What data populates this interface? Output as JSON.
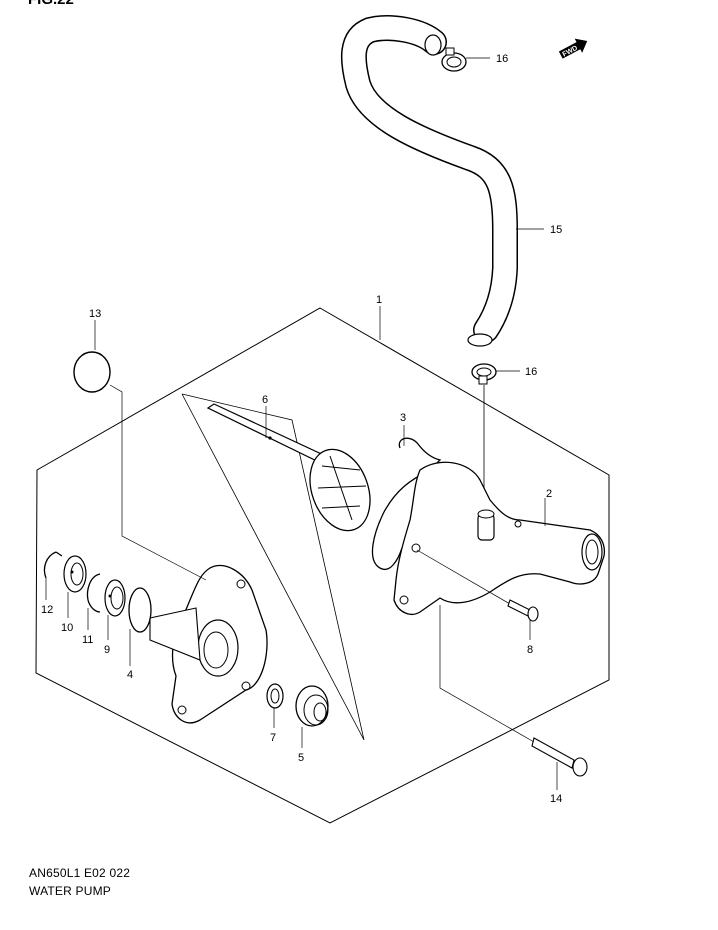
{
  "figure": {
    "title": "FIG.22",
    "direction_badge": "FWD"
  },
  "callouts": [
    "1",
    "2",
    "3",
    "4",
    "5",
    "6",
    "7",
    "8",
    "9",
    "10",
    "11",
    "12",
    "13",
    "14",
    "15",
    "16",
    "16"
  ],
  "footer": {
    "model_code": "AN650L1 E02  022",
    "section_name": "WATER PUMP"
  },
  "colors": {
    "line": "#000000",
    "background": "#ffffff"
  }
}
